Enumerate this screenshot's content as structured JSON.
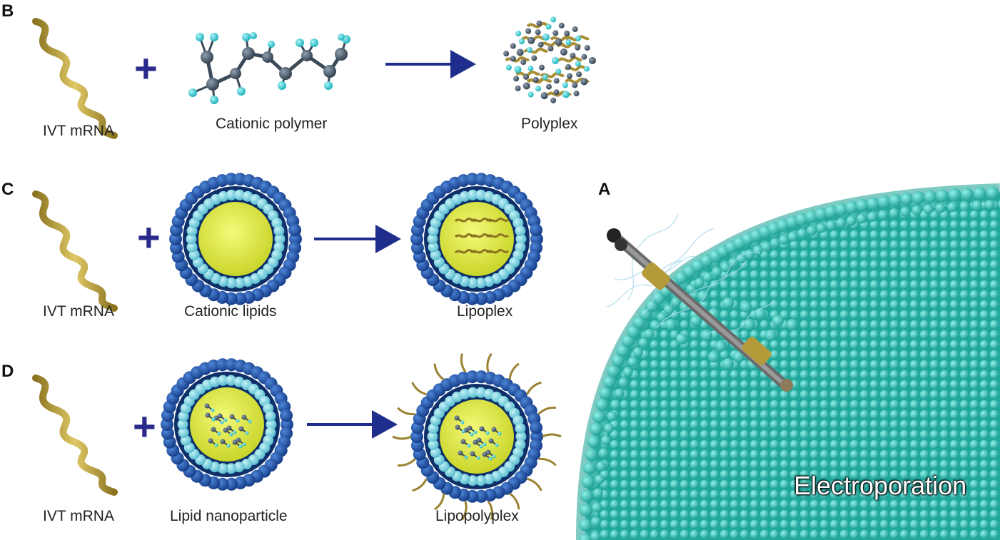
{
  "panels": {
    "A": {
      "letter": "A",
      "caption": "Electroporation"
    },
    "B": {
      "letter": "B",
      "left_label": "IVT mRNA",
      "middle_label": "Cationic polymer",
      "right_label": "Polyplex"
    },
    "C": {
      "letter": "C",
      "left_label": "IVT mRNA",
      "middle_label": "Cationic lipids",
      "right_label": "Lipoplex"
    },
    "D": {
      "letter": "D",
      "left_label": "IVT mRNA",
      "middle_label": "Lipid nanoparticle",
      "right_label": "Lipopolyplex"
    }
  },
  "symbols": {
    "plus": "+"
  },
  "colors": {
    "mrna_gold": "#b59a3a",
    "arrow_navy": "#1f2e8c",
    "lipid_dark_blue": "#1e4fa8",
    "lipid_light_blue": "#7fd4e0",
    "core_yellow": "#e6ef3c",
    "polymer_gray": "#4a5a6a",
    "polymer_cyan": "#35d0d8",
    "membrane_teal": "#3cc8bd"
  }
}
